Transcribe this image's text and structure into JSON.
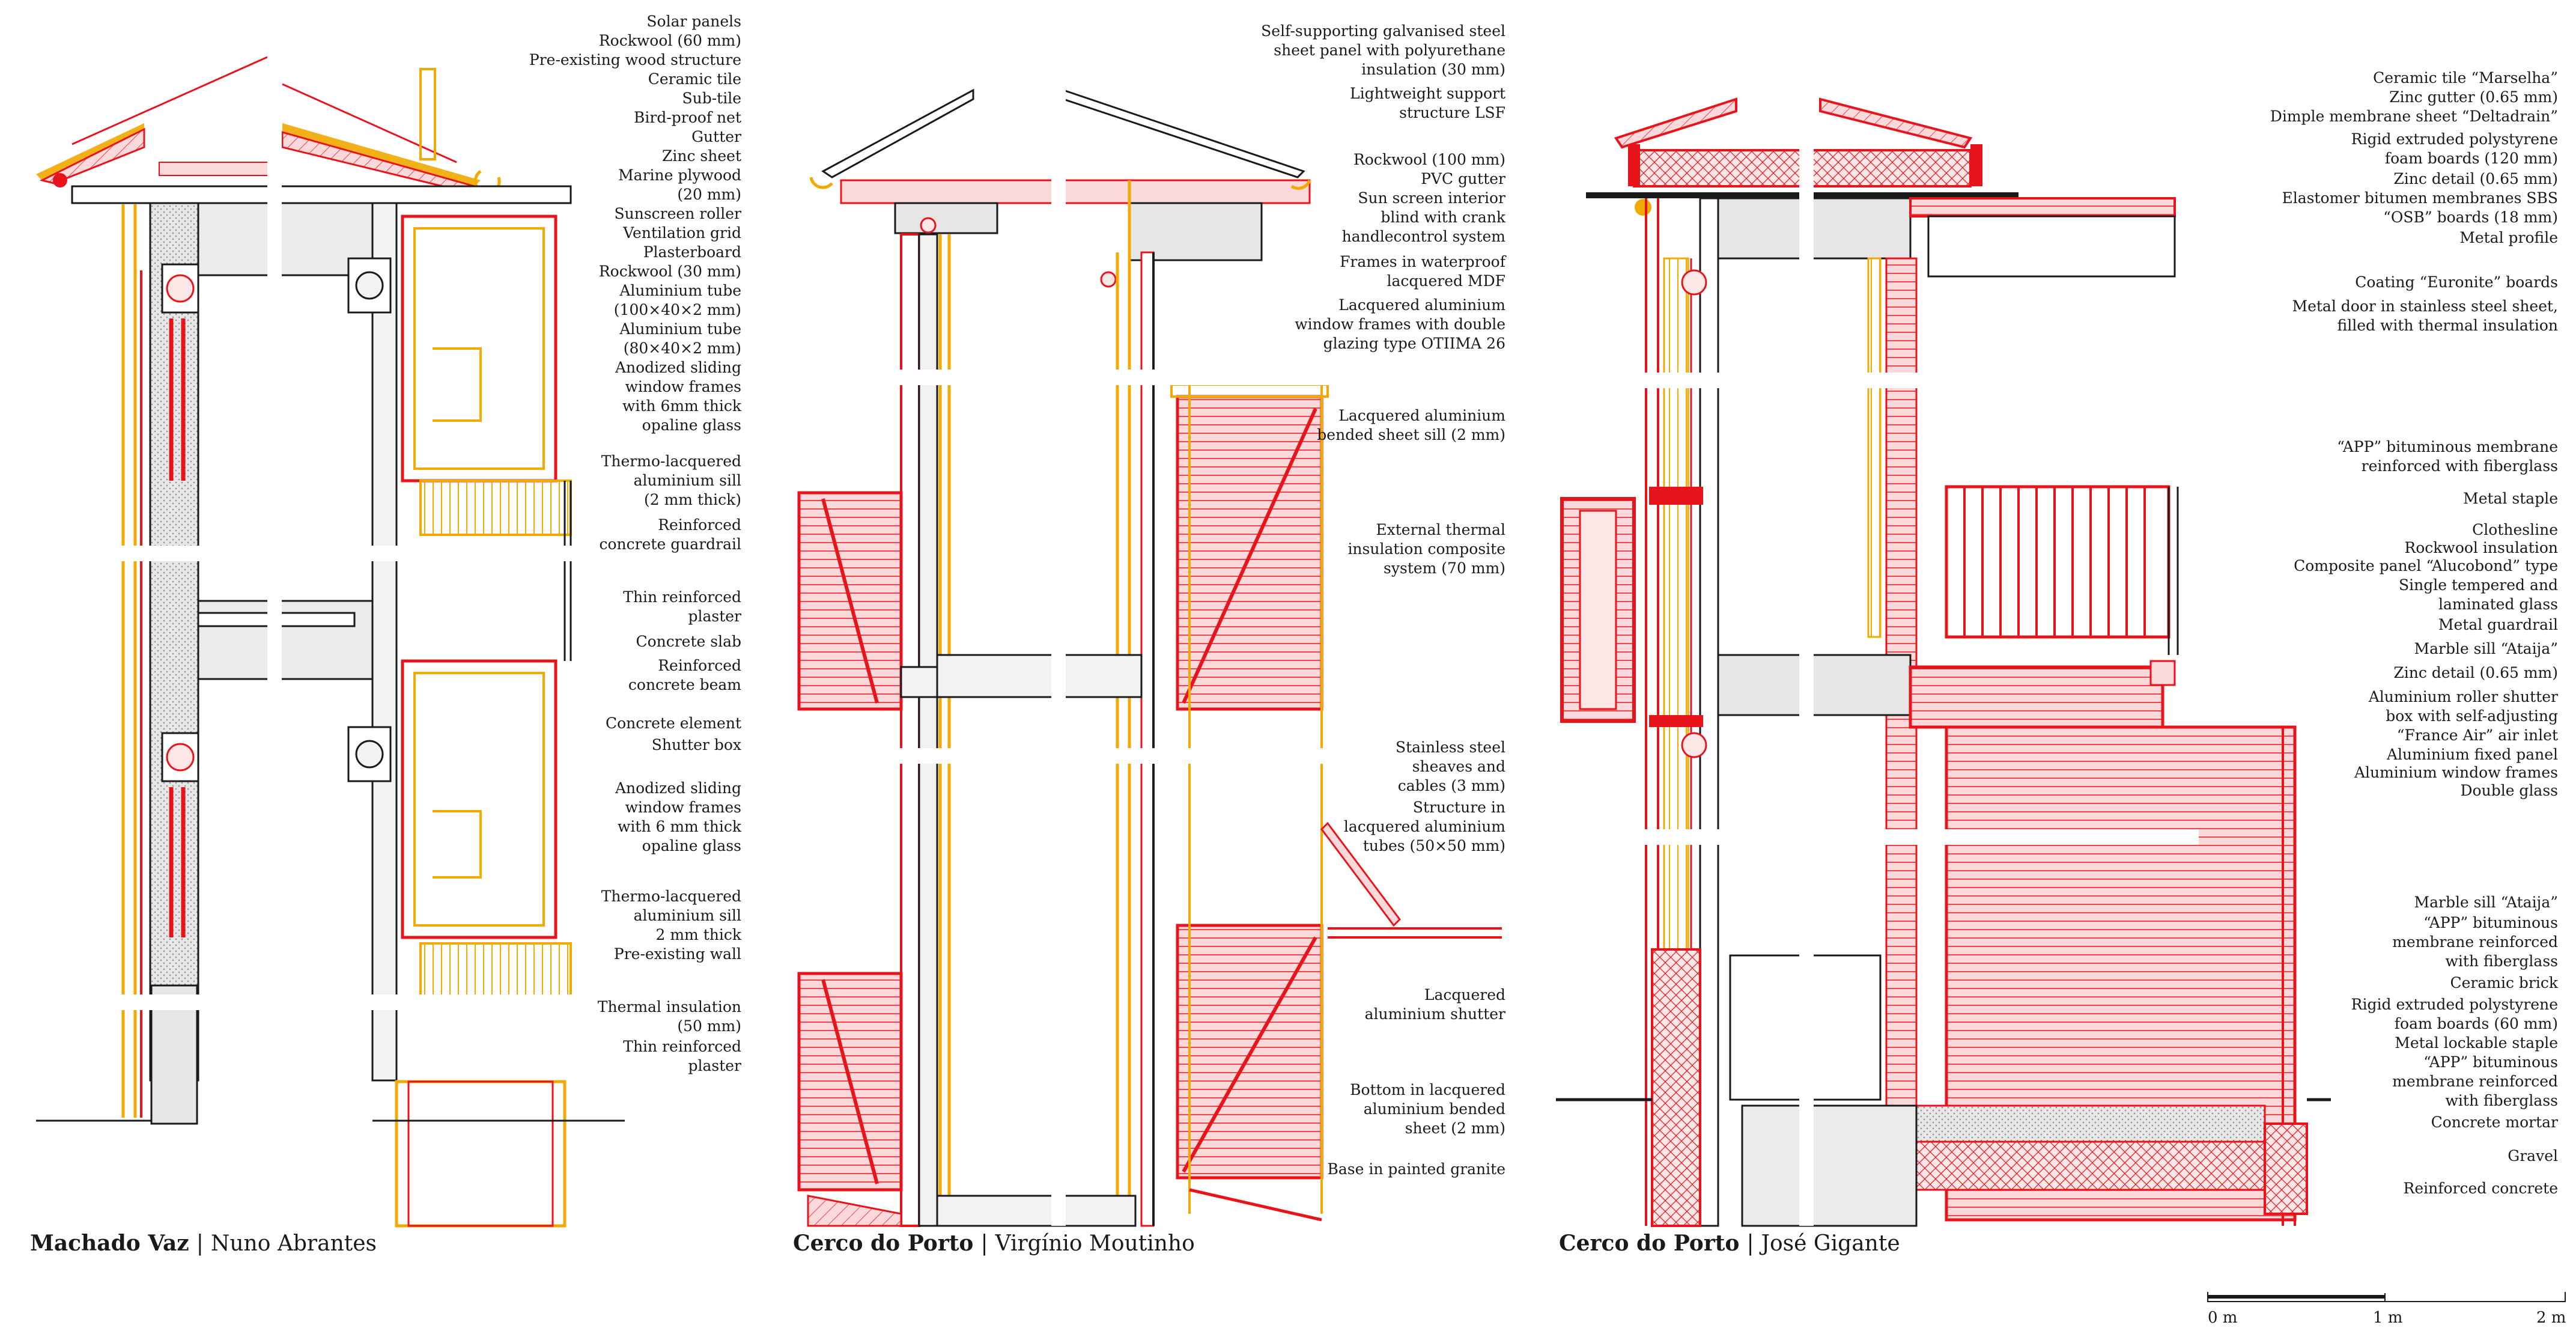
{
  "colors": {
    "red": "#e8141b",
    "orange": "#f2a900",
    "redfill": "#f7c7c8",
    "grey": "#d2d2d2",
    "line": "#1a1a1a",
    "leader": "#777777"
  },
  "sections": [
    {
      "project": "Machado Vaz",
      "architect": "Nuno Abrantes",
      "labels": [
        "Solar panels",
        "Rockwool (60 mm)",
        "Pre-existing wood structure",
        "Ceramic tile",
        "Sub-tile",
        "Bird-proof net",
        "Gutter",
        "Zinc sheet",
        "Marine plywood\n(20 mm)",
        "Sunscreen roller",
        "Ventilation grid",
        "Plasterboard",
        "Rockwool (30 mm)",
        "Aluminium tube\n(100×40×2 mm)",
        "Aluminium tube\n(80×40×2 mm)",
        "Anodized sliding\nwindow frames\nwith 6mm thick\nopaline glass",
        "Thermo-lacquered\naluminium sill\n(2 mm thick)",
        "Reinforced\nconcrete guardrail",
        "Thin reinforced\nplaster",
        "Concrete slab",
        "Reinforced\nconcrete beam",
        "Concrete element",
        "Shutter box",
        "Anodized sliding\nwindow frames\nwith 6 mm thick\nopaline glass",
        "Thermo-lacquered\naluminium sill\n2 mm thick",
        "Pre-existing wall",
        "Thermal insulation\n(50 mm)",
        "Thin reinforced\nplaster"
      ]
    },
    {
      "project": "Cerco do Porto",
      "architect": "Virgínio Moutinho",
      "labels": [
        "Self-supporting galvanised steel\nsheet panel with polyurethane\ninsulation (30 mm)",
        "Lightweight support\nstructure LSF",
        "Rockwool (100 mm)",
        "PVC gutter",
        "Sun screen interior\nblind with crank\nhandlecontrol system",
        "Frames in waterproof\nlacquered MDF",
        "Lacquered aluminium\nwindow frames with double\nglazing type OTIIMA 26",
        "Lacquered aluminium\nbended sheet sill (2 mm)",
        "External thermal\ninsulation composite\nsystem (70 mm)",
        "Stainless steel\nsheaves and\ncables (3 mm)",
        "Structure in\nlacquered aluminium\ntubes (50×50 mm)",
        "Lacquered\naluminium shutter",
        "Bottom in lacquered\naluminium bended\nsheet (2 mm)",
        "Base in painted granite"
      ]
    },
    {
      "project": "Cerco do Porto",
      "architect": "José Gigante",
      "labels": [
        "Ceramic tile “Marselha”",
        "Zinc gutter (0.65 mm)",
        "Dimple membrane sheet “Deltadrain”",
        "Rigid extruded polystyrene\nfoam boards (120 mm)",
        "Zinc detail (0.65 mm)",
        "Elastomer bitumen membranes SBS",
        "“OSB” boards (18 mm)",
        "Metal profile",
        "Coating “Euronite” boards",
        "Metal door in stainless steel sheet,\nfilled with thermal insulation",
        "“APP” bituminous membrane\nreinforced with fiberglass",
        "Metal staple",
        "Clothesline",
        "Rockwool insulation",
        "Composite panel “Alucobond” type",
        "Single tempered and\nlaminated glass",
        "Metal guardrail",
        "Marble sill “Ataija”",
        "Zinc detail (0.65 mm)",
        "Aluminium roller shutter\nbox with self-adjusting\n“France Air” air inlet",
        "Aluminium fixed panel",
        "Aluminium window frames",
        "Double glass",
        "Marble sill “Ataija”",
        "“APP” bituminous\nmembrane reinforced\nwith fiberglass",
        "Ceramic brick",
        "Rigid extruded polystyrene\nfoam boards (60 mm)",
        "Metal lockable staple",
        "“APP” bituminous\nmembrane reinforced\nwith fiberglass",
        "Concrete mortar",
        "Gravel",
        "Reinforced concrete"
      ]
    }
  ],
  "scale": {
    "ticks": [
      "0 m",
      "1 m",
      "2 m"
    ]
  }
}
